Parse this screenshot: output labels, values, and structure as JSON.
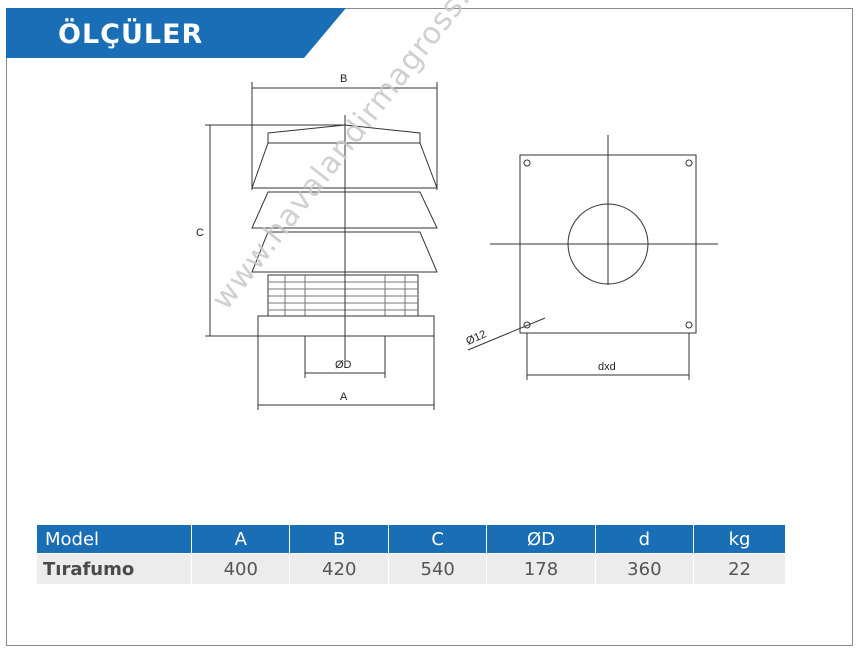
{
  "header": {
    "title": "ÖLÇÜLER",
    "accent": "#1a6eb5"
  },
  "watermark": "www.havalandirmagross.com",
  "drawing": {
    "labels": {
      "B": "B",
      "C": "C",
      "D": "ØD",
      "A": "A",
      "hole": "Ø12",
      "dxd": "dxd"
    }
  },
  "table": {
    "headers": [
      "Model",
      "A",
      "B",
      "C",
      "ØD",
      "d",
      "kg"
    ],
    "rows": [
      [
        "Tırafumo",
        "400",
        "420",
        "540",
        "178",
        "360",
        "22"
      ]
    ]
  }
}
